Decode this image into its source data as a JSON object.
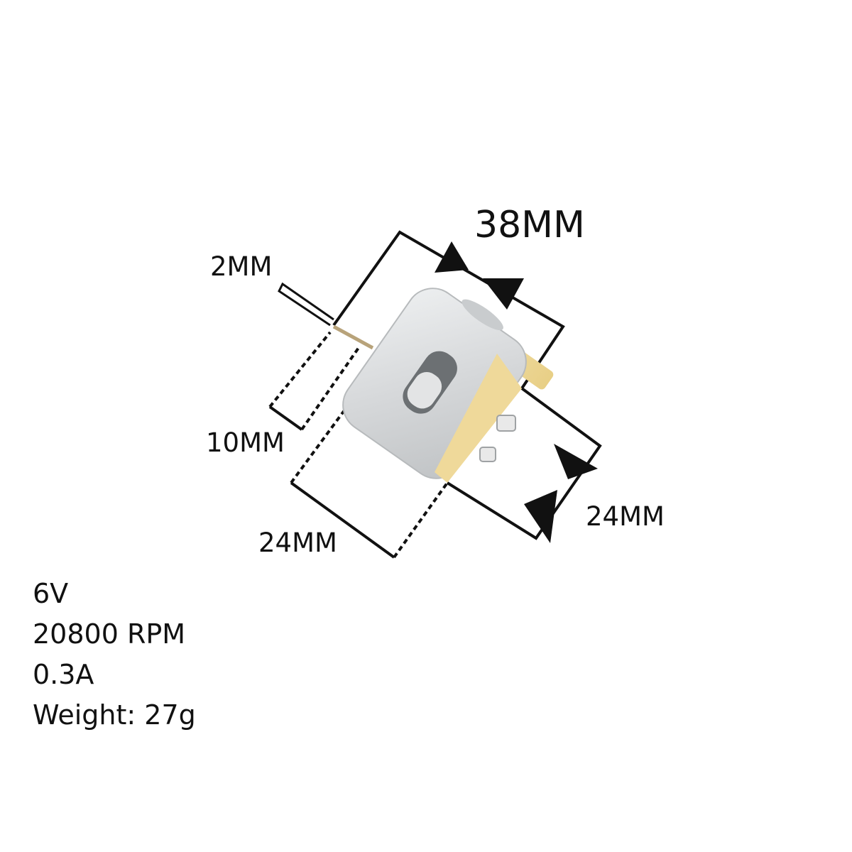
{
  "dimensions": {
    "length": "38MM",
    "shaft_diameter": "2MM",
    "shaft_length": "10MM",
    "width_bottom": "24MM",
    "width_right": "24MM"
  },
  "specs": {
    "voltage": "6V",
    "speed": "20800 RPM",
    "current": "0.3A",
    "weight": "Weight: 27g"
  },
  "colors": {
    "motor_body": "#d9dbdc",
    "end_cap": "#f2dfa6",
    "lines": "#111111"
  }
}
